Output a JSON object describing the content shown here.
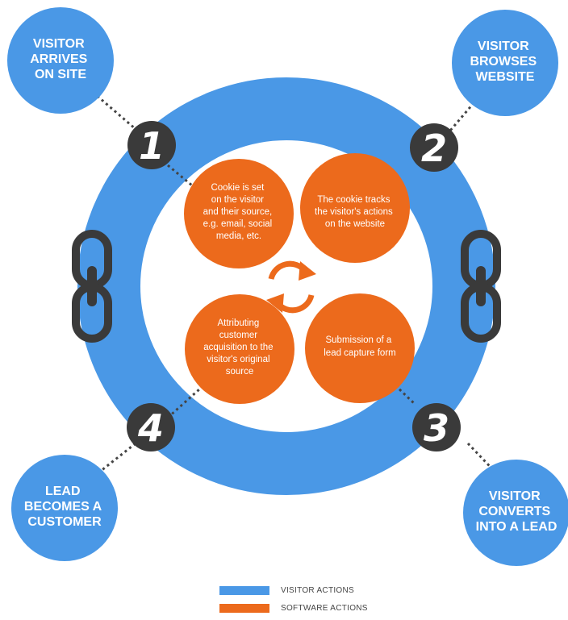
{
  "colors": {
    "visitor": "#4a98e6",
    "software": "#ec6a1c",
    "dark": "#3a3a3a",
    "dots": "#444444"
  },
  "visitor_nodes": [
    {
      "lines": [
        "VISITOR",
        "ARRIVES",
        "ON SITE"
      ]
    },
    {
      "lines": [
        "VISITOR",
        "BROWSES",
        "WEBSITE"
      ]
    },
    {
      "lines": [
        "LEAD",
        "BECOMES A",
        "CUSTOMER"
      ]
    },
    {
      "lines": [
        "VISITOR",
        "CONVERTS",
        "INTO A LEAD"
      ]
    }
  ],
  "steps": [
    "1",
    "2",
    "3",
    "4"
  ],
  "software_nodes": [
    {
      "lines": [
        "Cookie is set",
        "on the visitor",
        "and their source,",
        "e.g. email, social",
        "media, etc."
      ]
    },
    {
      "lines": [
        "The cookie tracks",
        "the visitor's actions",
        "on the website"
      ]
    },
    {
      "lines": [
        "Submission of a",
        "lead capture form"
      ]
    },
    {
      "lines": [
        "Attributing",
        "customer",
        "acquisition to the",
        "visitor's original",
        "source"
      ]
    }
  ],
  "center_icon": "refresh-cycle-icon",
  "chain_icon": "chain-link-icon",
  "legend": [
    {
      "label": "VISITOR ACTIONS",
      "color": "#4a98e6"
    },
    {
      "label": "SOFTWARE ACTIONS",
      "color": "#ec6a1c"
    }
  ]
}
